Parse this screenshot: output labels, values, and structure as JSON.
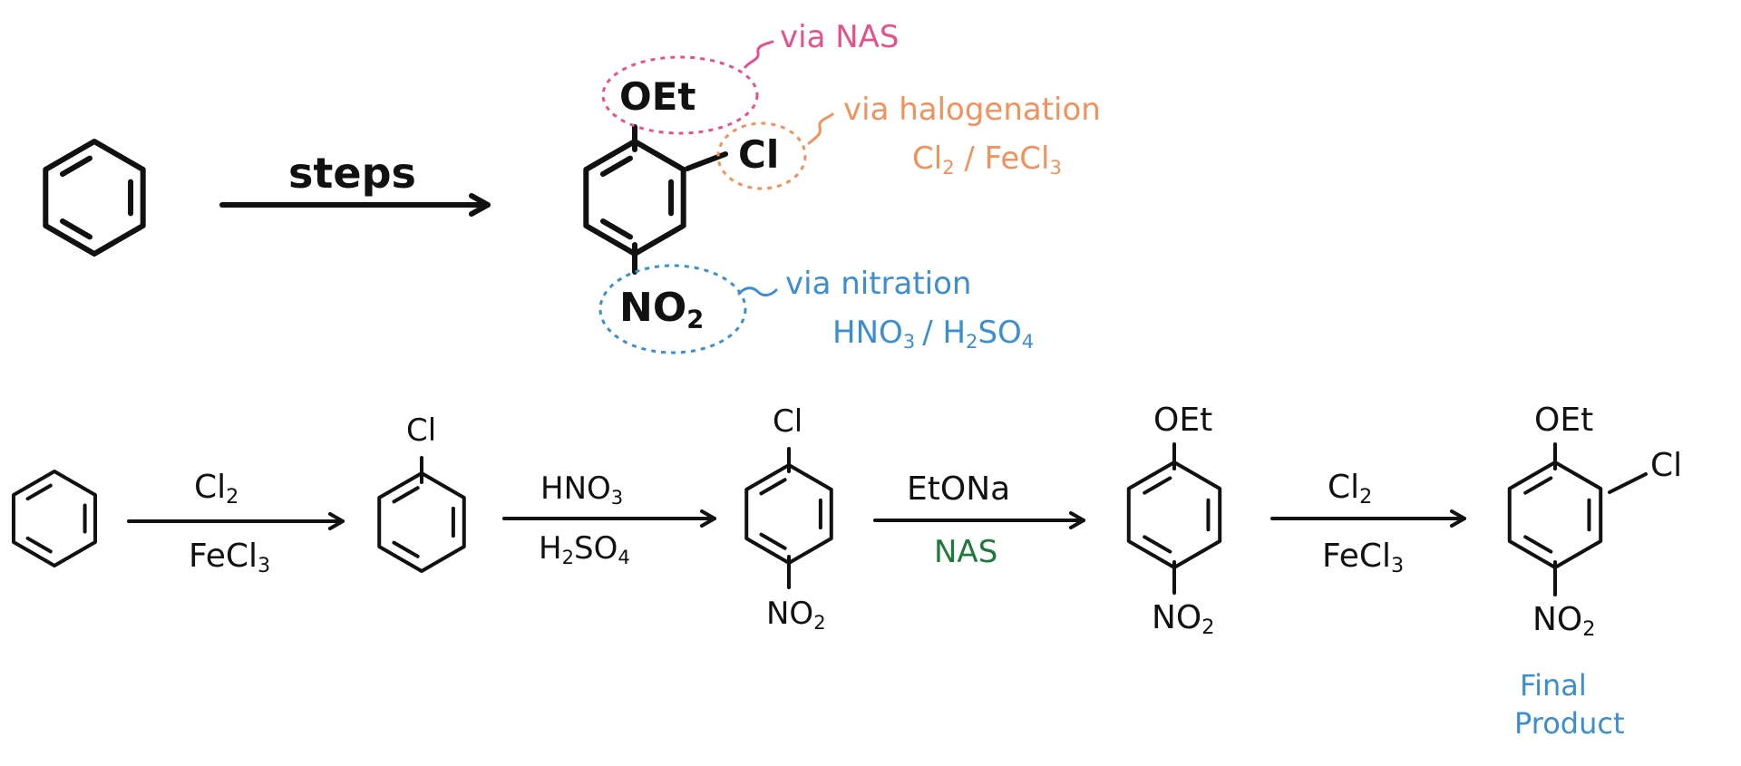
{
  "colors": {
    "ink": "#111111",
    "pink": "#e5518d",
    "orange": "#f2915c",
    "blue": "#3b8fd0",
    "green": "#1e7a3a"
  },
  "top": {
    "arrow_label": "steps",
    "target": {
      "top_sub": "OEt",
      "right_sub": "Cl",
      "bottom_main": "NO",
      "bottom_sub": "2"
    },
    "notes": {
      "nas": "via NAS",
      "halogenation": "via halogenation",
      "halogenation_reagent_a": "Cl",
      "halogenation_reagent_a_sub": "2",
      "halogenation_reagent_b": " / FeCl",
      "halogenation_reagent_b_sub": "3",
      "nitration": "via nitration",
      "nitration_a": "HNO",
      "nitration_a_sub": "3",
      "nitration_b": "/ H",
      "nitration_b_sub": "2",
      "nitration_c": "SO",
      "nitration_c_sub": "4"
    }
  },
  "route": {
    "step1": {
      "above": "Cl",
      "above_sub": "2",
      "below": "FeCl",
      "below_sub": "3"
    },
    "step2": {
      "above": "HNO",
      "above_sub": "3",
      "below_a": "H",
      "below_a_sub": "2",
      "below_b": "SO",
      "below_b_sub": "4"
    },
    "step3": {
      "above": "EtONa",
      "below": "NAS"
    },
    "step4": {
      "above": "Cl",
      "above_sub": "2",
      "below": "FeCl",
      "below_sub": "3"
    },
    "chlorobenzene": {
      "sub_top": "Cl"
    },
    "chloronitrobenzene": {
      "sub_top": "Cl",
      "sub_bottom": "NO",
      "sub_bottom_2": "2"
    },
    "ethoxynitrobenzene": {
      "sub_top": "OEt",
      "sub_bottom": "NO",
      "sub_bottom_2": "2"
    },
    "final": {
      "sub_top": "OEt",
      "sub_right": "Cl",
      "sub_bottom": "NO",
      "sub_bottom_2": "2",
      "caption_line1": "Final",
      "caption_line2": "Product"
    }
  }
}
